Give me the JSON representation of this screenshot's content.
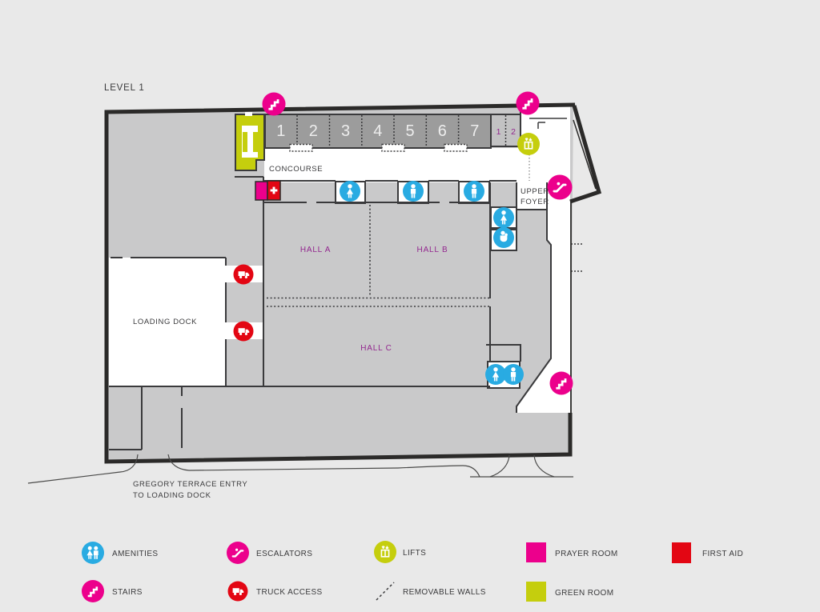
{
  "title": "LEVEL 1",
  "plan": {
    "level_label": "LEVEL 1",
    "meeting_rooms": [
      "1",
      "2",
      "3",
      "4",
      "5",
      "6",
      "7"
    ],
    "small_rooms": [
      "1",
      "2"
    ],
    "concourse": "CONCOURSE",
    "upper_foyer": [
      "UPPER",
      "FOYER"
    ],
    "halls": [
      "HALL A",
      "HALL B",
      "HALL C"
    ],
    "loading_dock": "LOADING DOCK",
    "entry_note": [
      "GREGORY TERRACE ENTRY",
      "TO LOADING DOCK"
    ]
  },
  "legend": {
    "items": [
      {
        "id": "amenities",
        "icon": "amenities-icon",
        "label": "AMENITIES"
      },
      {
        "id": "escalators",
        "icon": "escalator-icon",
        "label": "ESCALATORS"
      },
      {
        "id": "lifts",
        "icon": "lift-icon",
        "label": "LIFTS"
      },
      {
        "id": "prayer-room",
        "icon": "prayer-room-swatch",
        "label": "PRAYER ROOM"
      },
      {
        "id": "first-aid",
        "icon": "first-aid-swatch",
        "label": "FIRST AID"
      },
      {
        "id": "stairs",
        "icon": "stairs-icon",
        "label": "STAIRS"
      },
      {
        "id": "truck-access",
        "icon": "truck-icon",
        "label": "TRUCK ACCESS"
      },
      {
        "id": "removable-walls",
        "icon": "dashed-line-icon",
        "label": "REMOVABLE WALLS"
      },
      {
        "id": "green-room",
        "icon": "green-room-swatch",
        "label": "GREEN ROOM"
      }
    ]
  },
  "colors": {
    "background": "#e9e9e9",
    "building_fill": "#c9c9ca",
    "rooms_fill": "#9c9c9c",
    "small_rooms_fill": "#c2c2c3",
    "wall": "#2b2a29",
    "thin_wall": "#3a3a3c",
    "amenities_blue": "#29abe2",
    "pink": "#ec008c",
    "red": "#e30613",
    "lime": "#c5ce0d",
    "hall_purple": "#93278f"
  }
}
